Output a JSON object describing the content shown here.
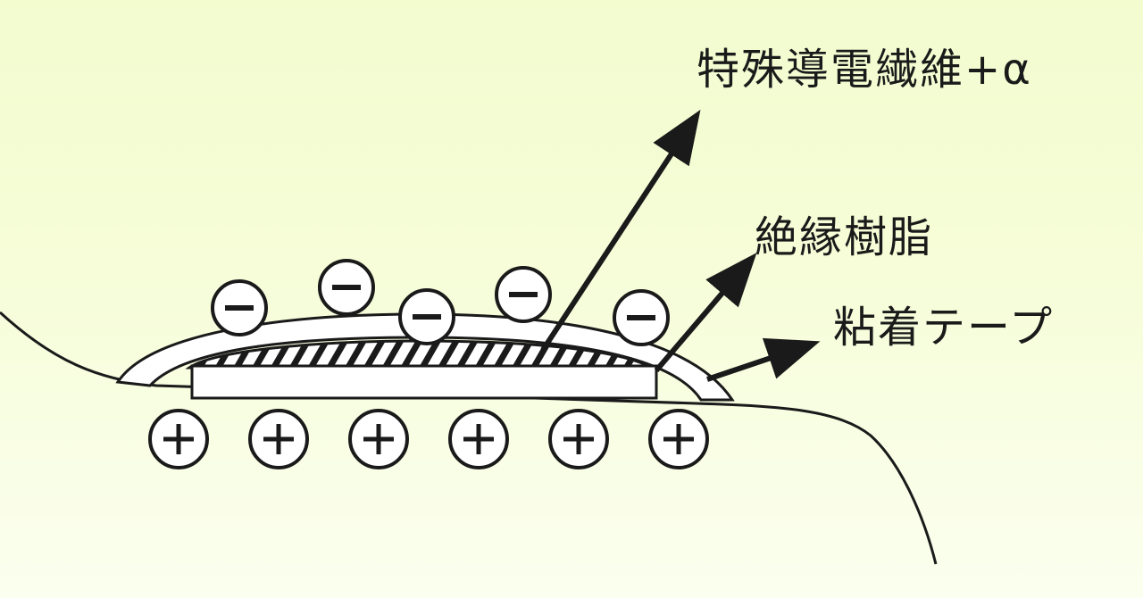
{
  "labels": {
    "conductive_fiber": "特殊導電繊維+α",
    "insulating_resin": "絶縁樹脂",
    "adhesive_tape": "粘着テープ"
  },
  "charges": {
    "negative_symbol": "−",
    "positive_symbol": "+",
    "negative_count": 5,
    "positive_count": 6
  },
  "colors": {
    "background_top": "#f2fccf",
    "background_bottom": "#fbffef",
    "line": "#1a1a1a"
  }
}
